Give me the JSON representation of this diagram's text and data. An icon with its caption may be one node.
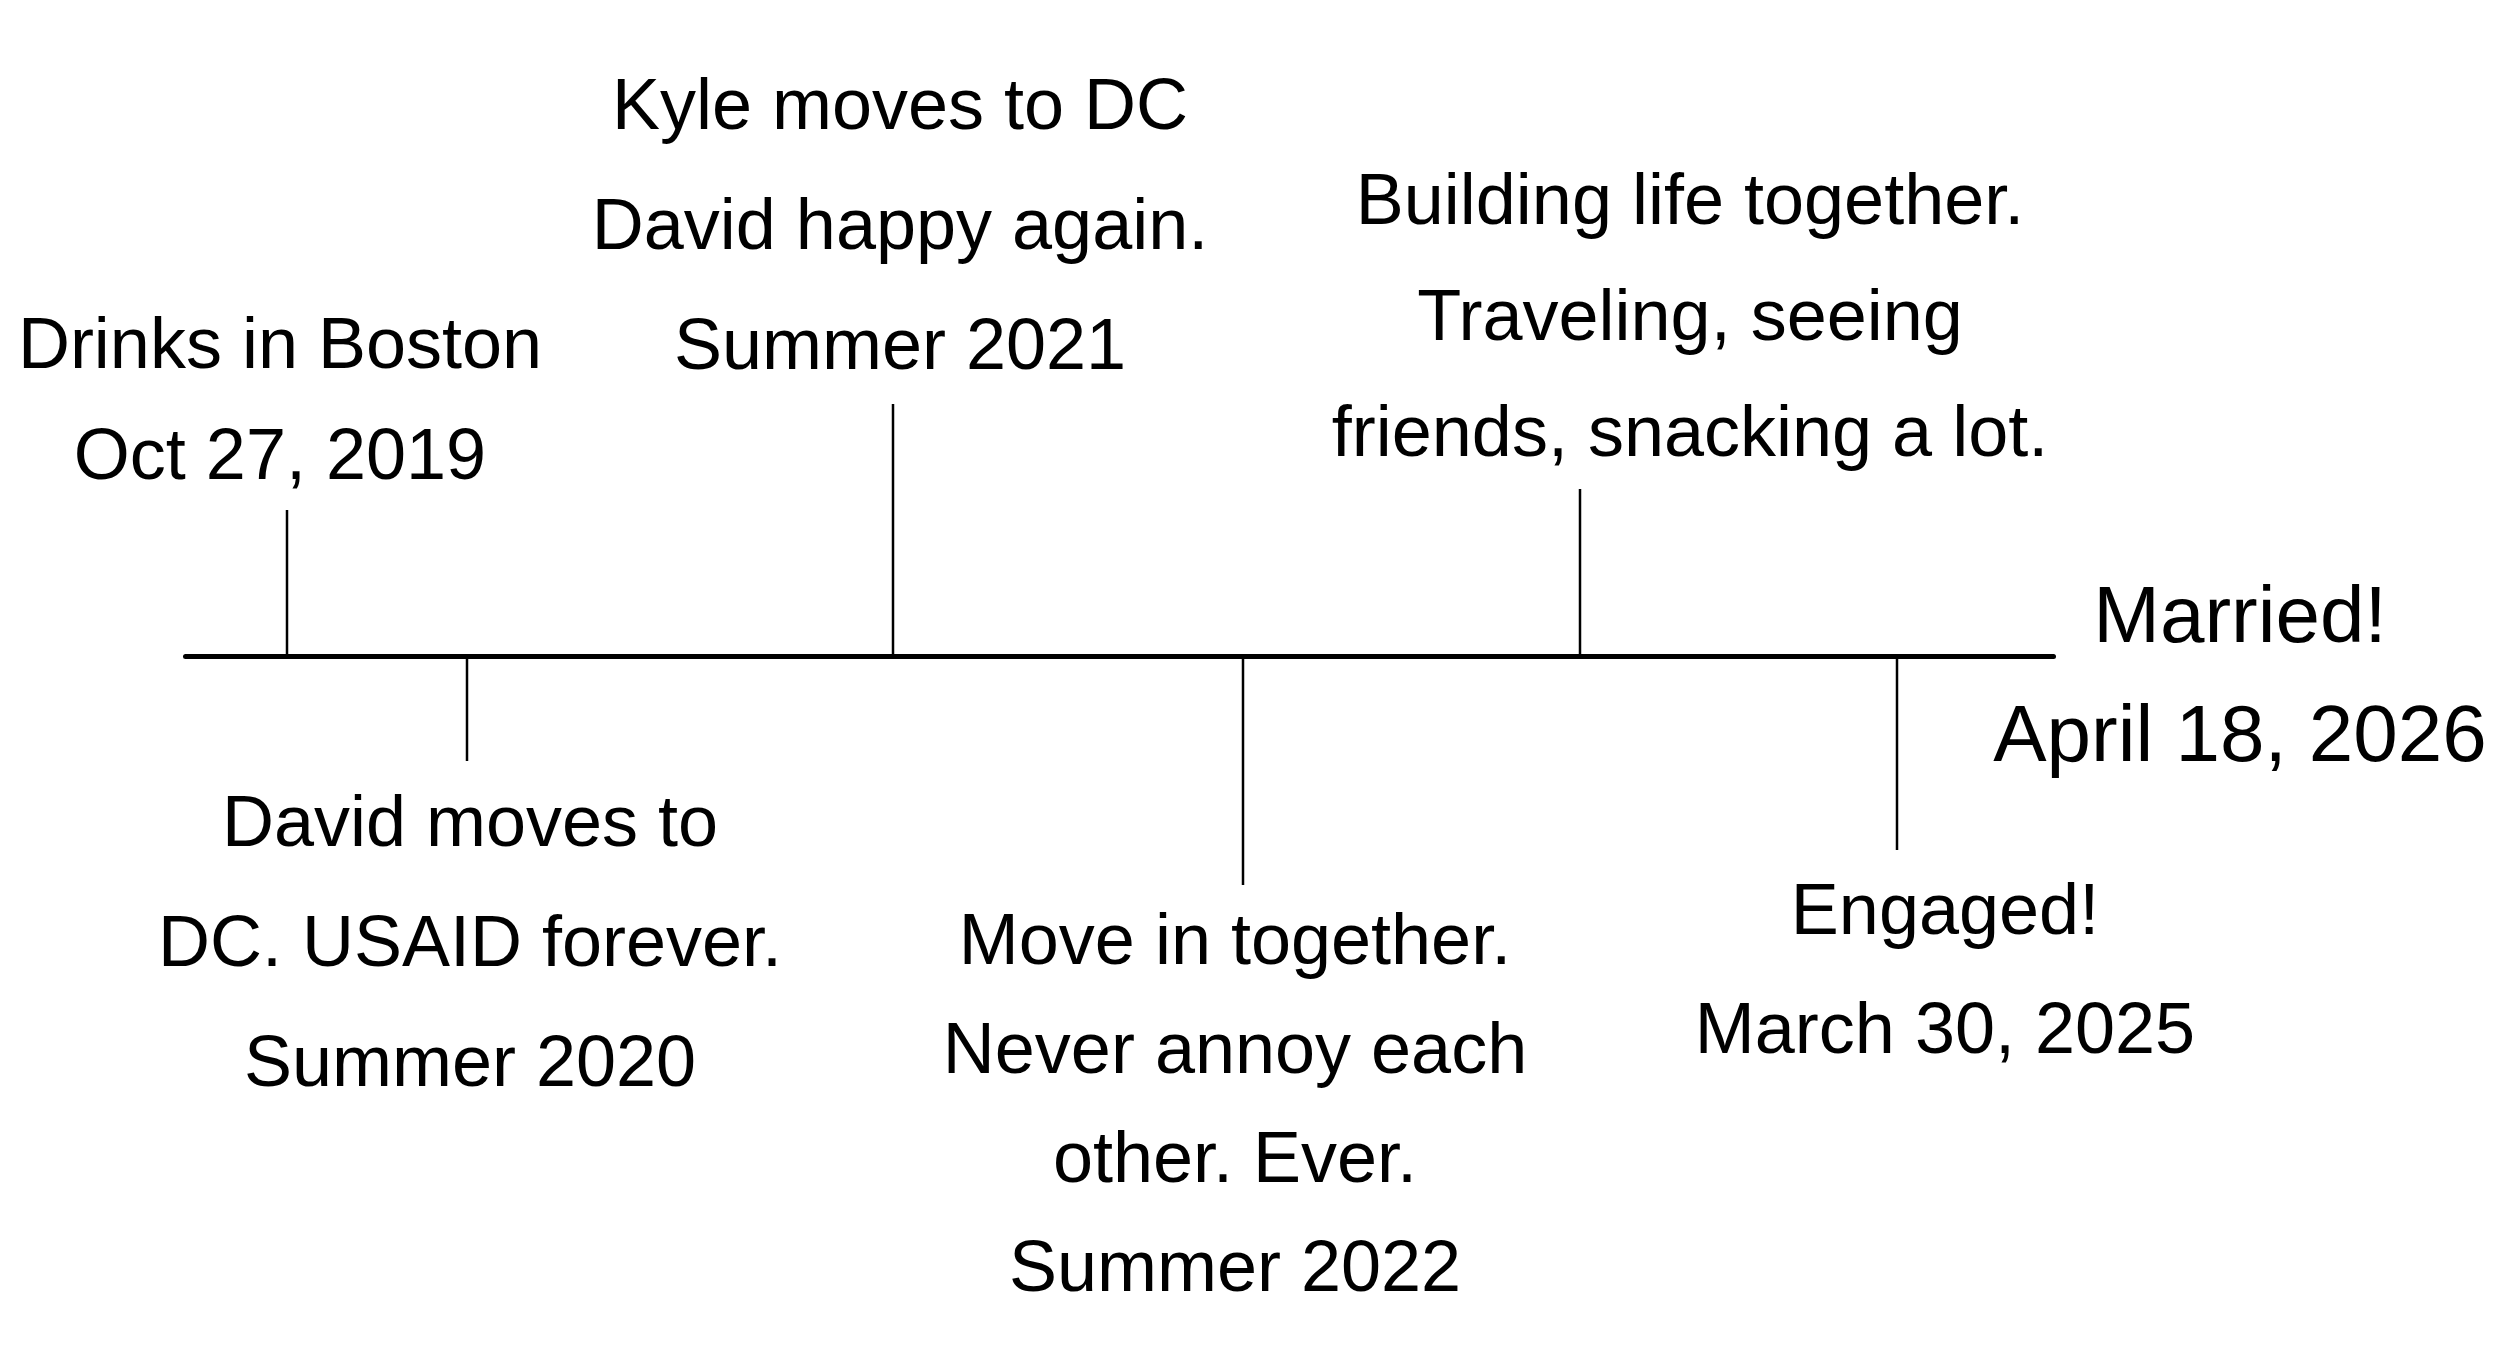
{
  "diagram": {
    "nodes": [
      {
        "text": [],
        "shape": "bar"
      },
      {
        "text": [
          "Drinks in Boston",
          "Oct 27, 2019"
        ]
      },
      {
        "text": [
          "David moves to",
          "DC. USAID forever.",
          "Summer 2020"
        ]
      },
      {
        "text": [
          "Kyle moves to DC",
          "David happy again.",
          "Summer 2021"
        ]
      },
      {
        "text": [
          "Move in together.",
          "Never annoy each",
          "other. Ever.",
          "Summer 2022"
        ]
      },
      {
        "text": [
          "Building life together.",
          "Traveling, seeing",
          "friends, snacking a lot."
        ]
      },
      {
        "text": [
          "Engaged!",
          "March 30, 2025"
        ]
      },
      {
        "text": [
          "Married!",
          "April 18, 2026"
        ]
      }
    ],
    "edges": [
      {
        "from": 1,
        "to": 0,
        "arrow": "none"
      },
      {
        "from": 2,
        "to": 0,
        "arrow": "none"
      },
      {
        "from": 3,
        "to": 0,
        "arrow": "none"
      },
      {
        "from": 4,
        "to": 0,
        "arrow": "none"
      },
      {
        "from": 5,
        "to": 0,
        "arrow": "none"
      },
      {
        "from": 6,
        "to": 0,
        "arrow": "none"
      }
    ]
  }
}
